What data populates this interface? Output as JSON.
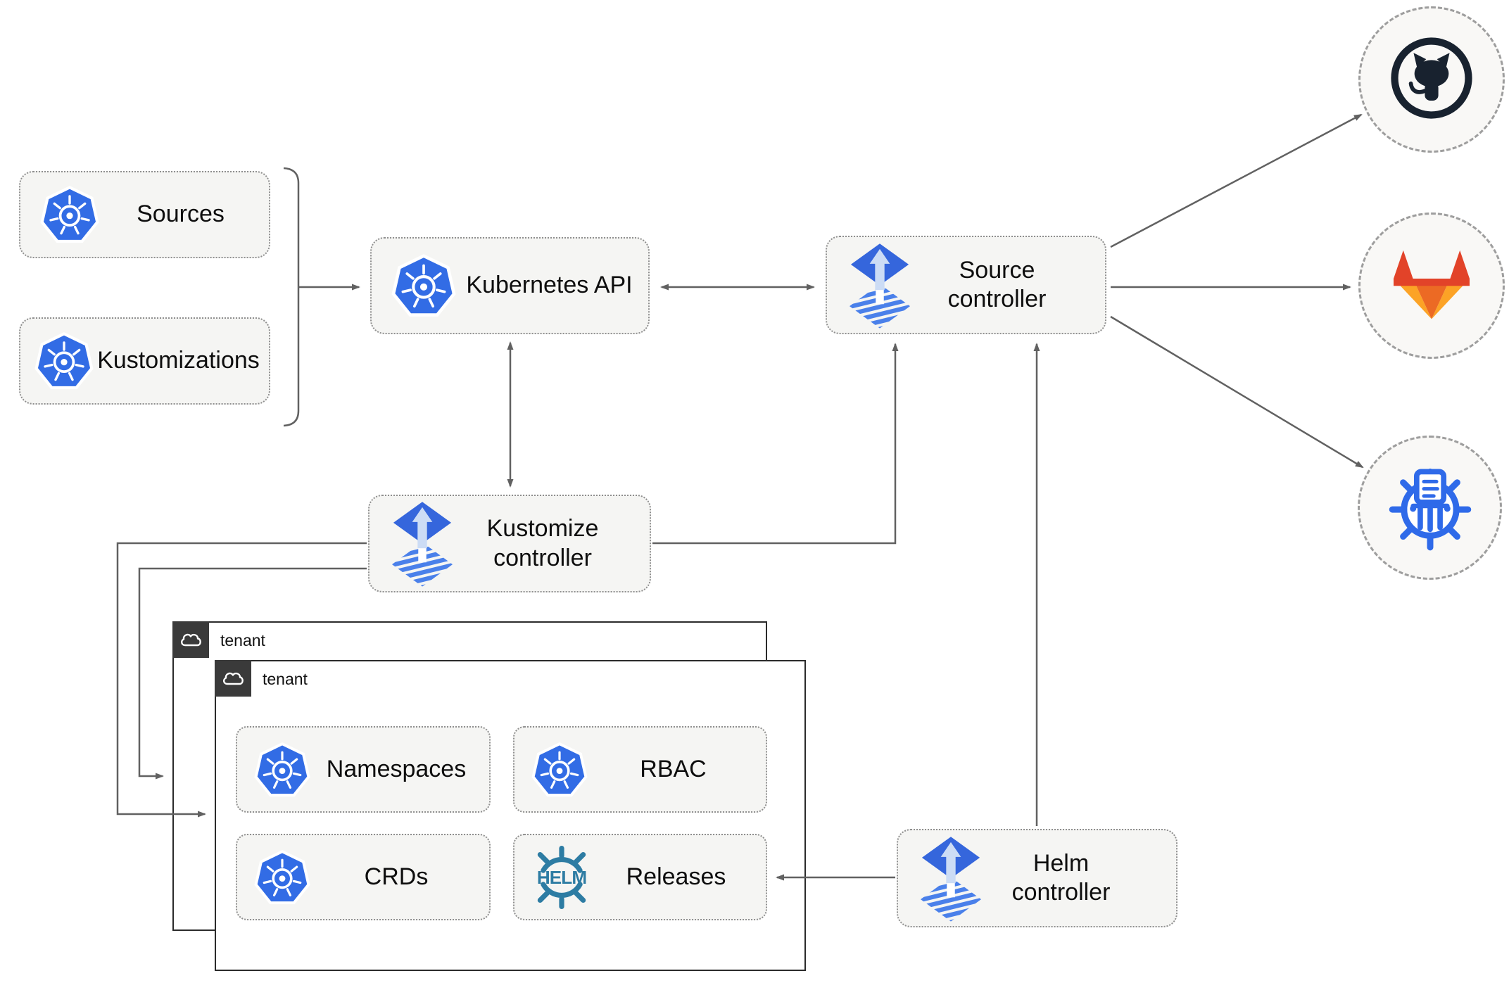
{
  "nodes": {
    "sources": {
      "label": "Sources"
    },
    "kustomizations": {
      "label": "Kustomizations"
    },
    "kubernetes_api": {
      "label": "Kubernetes API"
    },
    "source_controller": {
      "label": "Source controller"
    },
    "kustomize_controller": {
      "label": "Kustomize controller"
    },
    "helm_controller": {
      "label": "Helm controller"
    },
    "namespaces": {
      "label": "Namespaces"
    },
    "rbac": {
      "label": "RBAC"
    },
    "crds": {
      "label": "CRDs"
    },
    "releases": {
      "label": "Releases"
    }
  },
  "groups": {
    "tenant_back": {
      "label": "tenant"
    },
    "tenant_front": {
      "label": "tenant"
    }
  },
  "icons": {
    "helm_wordmark": "HELM",
    "kubernetes": "kubernetes-logo",
    "flux": "flux-logo",
    "github": "github-logo",
    "gitlab": "gitlab-logo",
    "chartmuseum": "chartmuseum-logo",
    "cloud": "cloud-icon"
  },
  "colors": {
    "node_fill": "#f5f5f3",
    "node_border": "#8f8f8f",
    "kubernetes_blue": "#326ce5",
    "flux_blue": "#3566dc",
    "flux_wave_blue": "#4a80ea",
    "flux_arrow_light": "#ccdcf5",
    "helm_teal": "#2d7ca3",
    "github_navy": "#18222f",
    "gitlab_red": "#e24329",
    "gitlab_orange": "#ec6a24",
    "gitlab_light_orange": "#fca326",
    "chartmuseum_blue": "#2f6ae9",
    "arrow_gray": "#616161",
    "tenant_border": "#2b2b2b",
    "tenant_tab": "#3a3a3a"
  }
}
